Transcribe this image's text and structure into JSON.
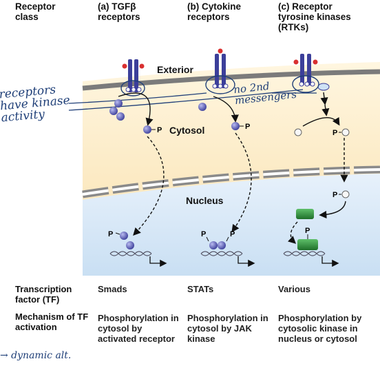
{
  "header": {
    "receptor_class": "Receptor class",
    "col_a": "(a) TGFβ receptors",
    "col_b": "(b) Cytokine receptors",
    "col_c": "(c) Receptor tyrosine kinases (RTKs)"
  },
  "diagram": {
    "exterior": "Exterior",
    "cytosol": "Cytosol",
    "nucleus": "Nucleus",
    "phospho_label": "P"
  },
  "rows": {
    "tf_label": "Transcription factor (TF)",
    "mech_label": "Mechanism of TF activation",
    "tf": [
      "Smads",
      "STATs",
      "Various"
    ],
    "mechanism": [
      "Phosphorylation in cytosol by activated receptor",
      "Phosphorylation in cytosol by JAK kinase",
      "Phosphorylation by cytosolic kinase in nucleus or cytosol"
    ]
  },
  "annotations": {
    "receptors_kinase": "receptors have kinase activity",
    "no_second_messengers": "no 2nd messengers",
    "bottom_note": "→ dynamic alt."
  },
  "colors": {
    "membrane": "#7b7b7b",
    "cytosol_bg": "#fdf4da",
    "nucleus_bg": "#d8e9f8",
    "receptor": "#3c3f9a",
    "protein": "#5a5cb0",
    "tf_green": "#2f8a3c",
    "handwriting": "#1f3f78"
  }
}
